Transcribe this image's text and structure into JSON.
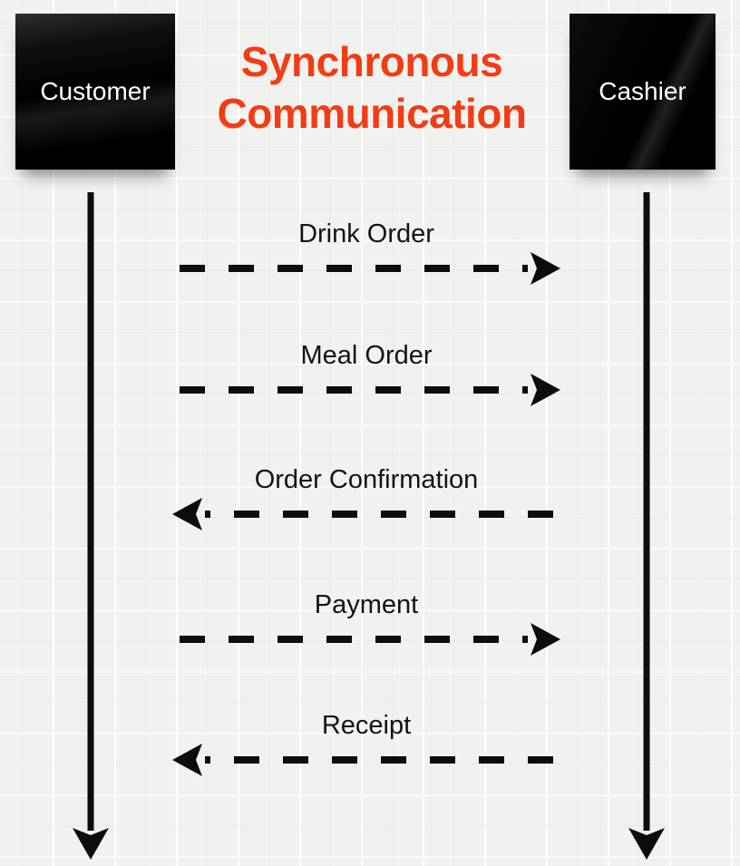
{
  "title": {
    "line1": "Synchronous",
    "line2": "Communication"
  },
  "actors": [
    {
      "id": "customer",
      "name": "Customer"
    },
    {
      "id": "cashier",
      "name": "Cashier"
    }
  ],
  "messages": [
    {
      "label": "Drink Order",
      "from": "Customer",
      "to": "Cashier",
      "direction": "right"
    },
    {
      "label": "Meal Order",
      "from": "Customer",
      "to": "Cashier",
      "direction": "right"
    },
    {
      "label": "Order Confirmation",
      "from": "Cashier",
      "to": "Customer",
      "direction": "left"
    },
    {
      "label": "Payment",
      "from": "Customer",
      "to": "Cashier",
      "direction": "right"
    },
    {
      "label": "Receipt",
      "from": "Cashier",
      "to": "Customer",
      "direction": "left"
    }
  ],
  "colors": {
    "background": "#F1F1EF",
    "title_accent": "#F23C14",
    "actor_box": "#000000",
    "actor_text": "#FFFFFF",
    "arrow_line": "#0D0D0D",
    "message_label_text": "#141414"
  }
}
